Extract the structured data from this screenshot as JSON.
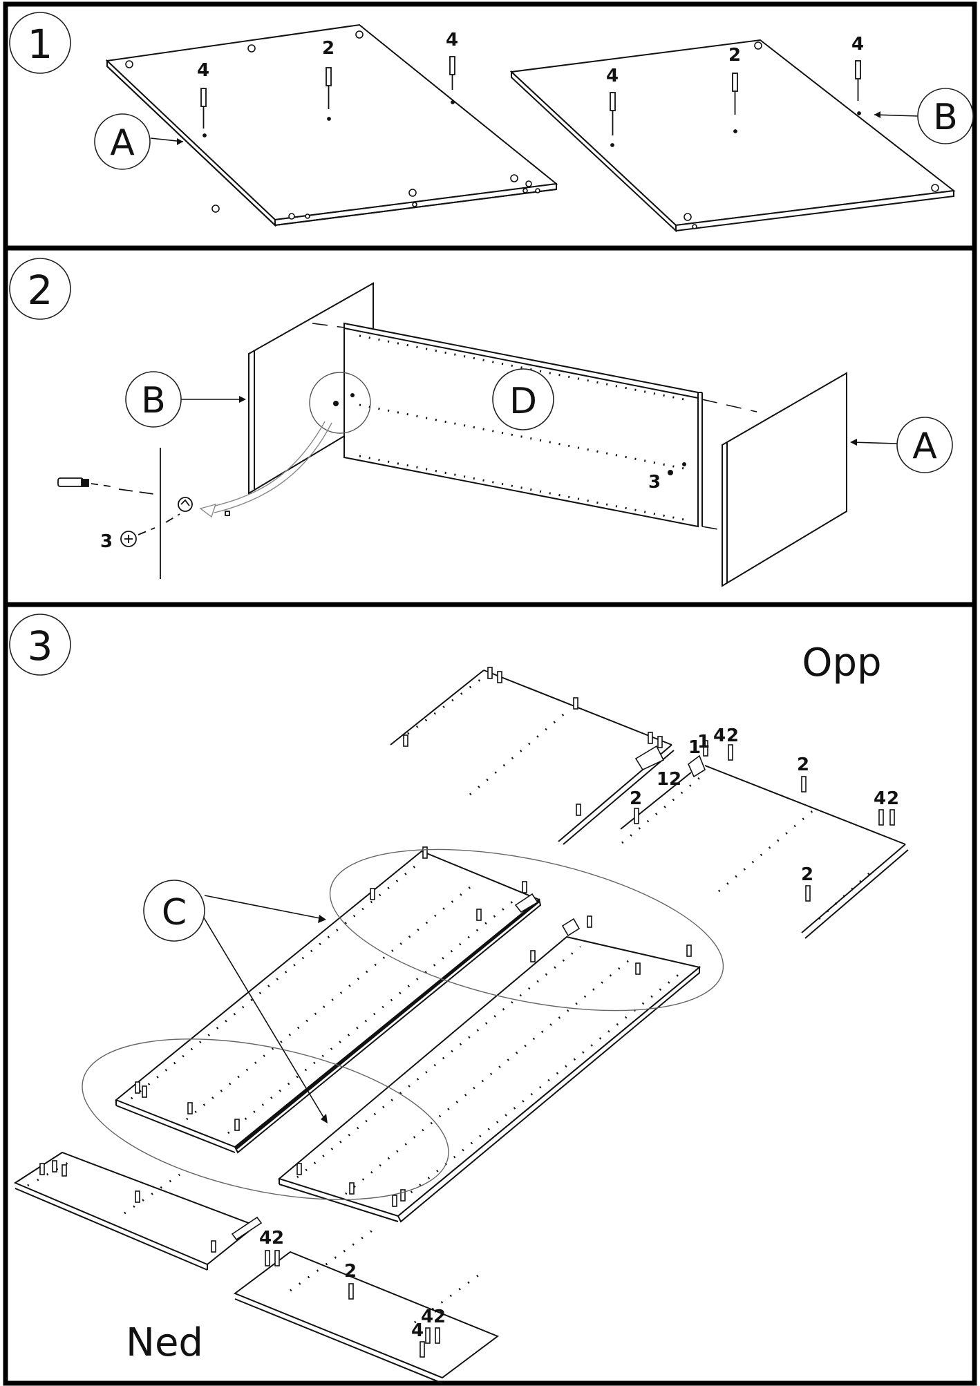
{
  "steps": [
    {
      "number": "1",
      "labels": [
        "A",
        "B"
      ]
    },
    {
      "number": "2",
      "labels": [
        "B",
        "D",
        "A"
      ]
    },
    {
      "number": "3",
      "labels": [
        "C"
      ]
    }
  ],
  "step1": {
    "panel_a": {
      "letter": "A",
      "callouts": [
        "4",
        "2",
        "4"
      ]
    },
    "panel_b": {
      "letter": "B",
      "callouts": [
        "4",
        "2",
        "4"
      ]
    }
  },
  "step2": {
    "label_b": "B",
    "label_d": "D",
    "label_a": "A",
    "callout_3_left": "3",
    "callout_3_right": "3"
  },
  "step3": {
    "label_c": "C",
    "opp": "Opp",
    "ned": "Ned",
    "callouts_top": [
      "1",
      "1",
      "4",
      "2",
      "12",
      "2",
      "2",
      "4",
      "2",
      "2"
    ],
    "callouts_bottom": [
      "4",
      "2",
      "2",
      "4",
      "2",
      "4"
    ]
  }
}
